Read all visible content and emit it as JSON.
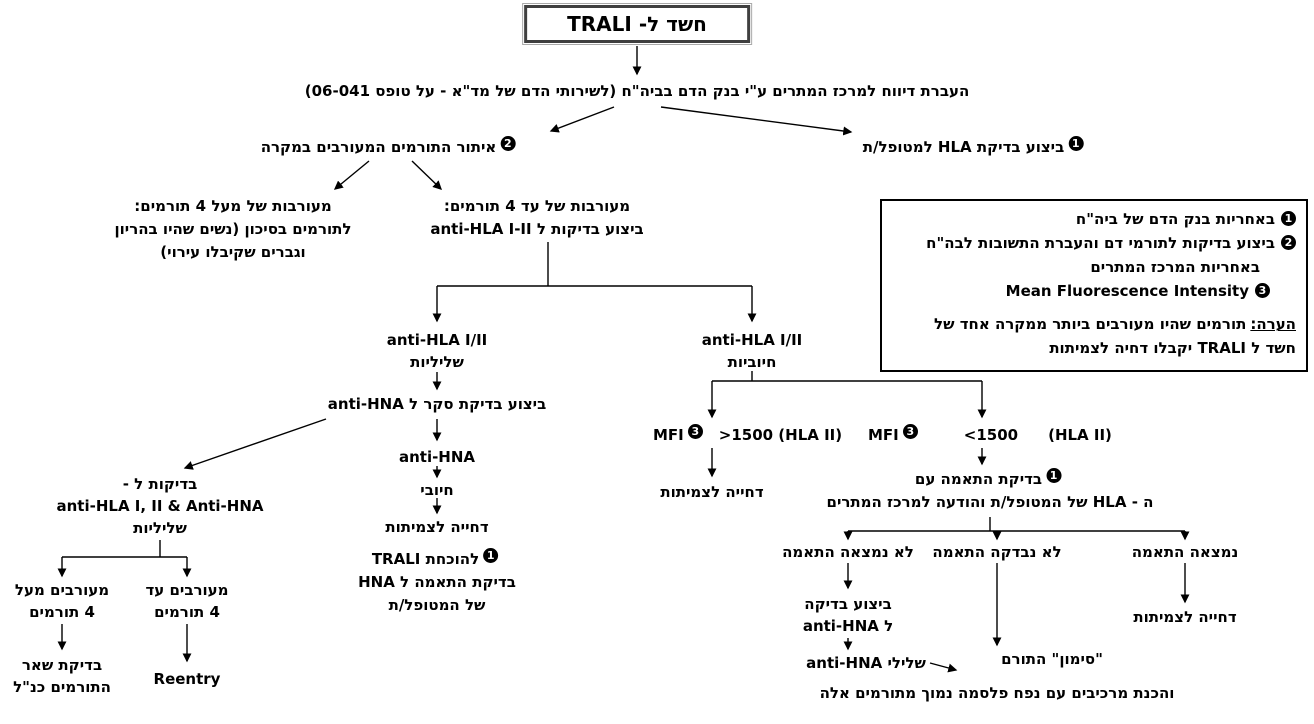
{
  "title": "חשד ל- TRALI",
  "report": "העברת דיווח למרכז המתרים ע\"י בנק הדם בביה\"ח (לשירותי הדם של מד\"א - על טופס 06-041)",
  "badges": {
    "b1": "1",
    "b2": "2",
    "b3": "3"
  },
  "nodes": {
    "locate_donors": "איתור התורמים המעורבים במקרה",
    "hla_patient": "ביצוע בדיקת HLA למטופל/ת",
    "over4_l1": "מעורבות של מעל 4 תורמים:",
    "over4_l2": "לתורמים בסיכון (נשים שהיו בהריון",
    "over4_l3": "וגברים שקיבלו עירוי)",
    "upto4_l1": "מעורבות של עד 4 תורמים:",
    "upto4_l2": "ביצוע בדיקות ל anti-HLA I-II",
    "anti_hla": "anti-HLA I/II",
    "negative_f": "שליליות",
    "positive_f": "חיוביות",
    "screen_hna": "ביצוע בדיקת סקר ל anti-HNA",
    "anti_hna": "anti-HNA",
    "positive_m": "חיובי",
    "deferral": "דחייה לצמיתות",
    "prove_l1": "להוכחת TRALI",
    "prove_l2": "בדיקת התאמה ל HNA",
    "prove_l3": "של המטופל/ת",
    "neg_tests_l1": "בדיקות ל -",
    "neg_tests_l2": "anti-HLA I, II & Anti-HNA",
    "neg_tests_l3": "שליליות",
    "over4b_l1": "מעורבים מעל",
    "over4b_l2": "4 תורמים",
    "upto4b_l1": "מעורבים עד",
    "upto4b_l2": "4 תורמים",
    "test_rest_l1": "בדיקת שאר",
    "test_rest_l2": "התורמים כנ\"ל",
    "reentry": "Reentry",
    "mfi": "MFI",
    "mfi_high": ">1500 (HLA II)",
    "mfi_low": "<1500",
    "mfi_low_unit": "(HLA II)",
    "match_l1": "בדיקת התאמה עם",
    "match_l2": "ה - HLA של המטופל/ת והודעה למרכז המתרים",
    "match_found": "נמצאה התאמה",
    "match_not_tested": "לא נבדקה התאמה",
    "match_not_found": "לא נמצאה התאמה",
    "do_hna_l1": "ביצוע בדיקה",
    "do_hna_l2": "ל anti-HNA",
    "hna_negative": "שלילי anti-HNA",
    "mark_donor_l1": "\"סימון\" התורם",
    "mark_donor_l2": "והכנת מרכיבים עם נפח פלסמה נמוך מתורמים אלה"
  },
  "legend": {
    "l1": "באחריות בנק הדם של ביה\"ח",
    "l2": "ביצוע בדיקות לתורמי דם והעברת התשובות לבה\"ח",
    "l3": "באחריות המרכז המתרים",
    "l4": "Mean Fluorescence Intensity",
    "note_label": "הערה:",
    "note_l1": "תורמים שהיו מעורבים ביותר ממקרה אחד של",
    "note_l2": "חשד ל TRALI יקבלו דחיה לצמיתות"
  }
}
